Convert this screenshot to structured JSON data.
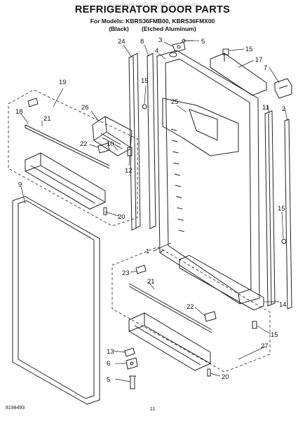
{
  "header": {
    "title": "REFRIGERATOR DOOR PARTS",
    "models": "For Models: KBRS36FMB00, KBRS36FMX00",
    "variant_black": "(Black)",
    "variant_aluminum": "(Etched Aluminum)",
    "watermark": "AppliancePartsPros.com"
  },
  "callouts": {
    "c24": "24",
    "c8": "8",
    "c4": "4",
    "c3": "3",
    "c5a": "5",
    "c15a": "15",
    "c17": "17",
    "c7": "7",
    "c19": "19",
    "c18": "18",
    "c21a": "21",
    "c26": "26",
    "c15b": "15",
    "c25": "25",
    "c11": "11",
    "c2": "2",
    "c22a": "22",
    "c10": "10",
    "c12": "12",
    "c9": "9",
    "c20a": "20",
    "c15c": "15",
    "c1": "1",
    "c23": "23",
    "c21b": "21",
    "c22b": "22",
    "c14": "14",
    "c15d": "15",
    "c27": "27",
    "c13": "13",
    "c6": "6",
    "c5b": "5",
    "c20b": "20"
  },
  "footer": {
    "doc_number": "8198493",
    "page_number": "11"
  }
}
